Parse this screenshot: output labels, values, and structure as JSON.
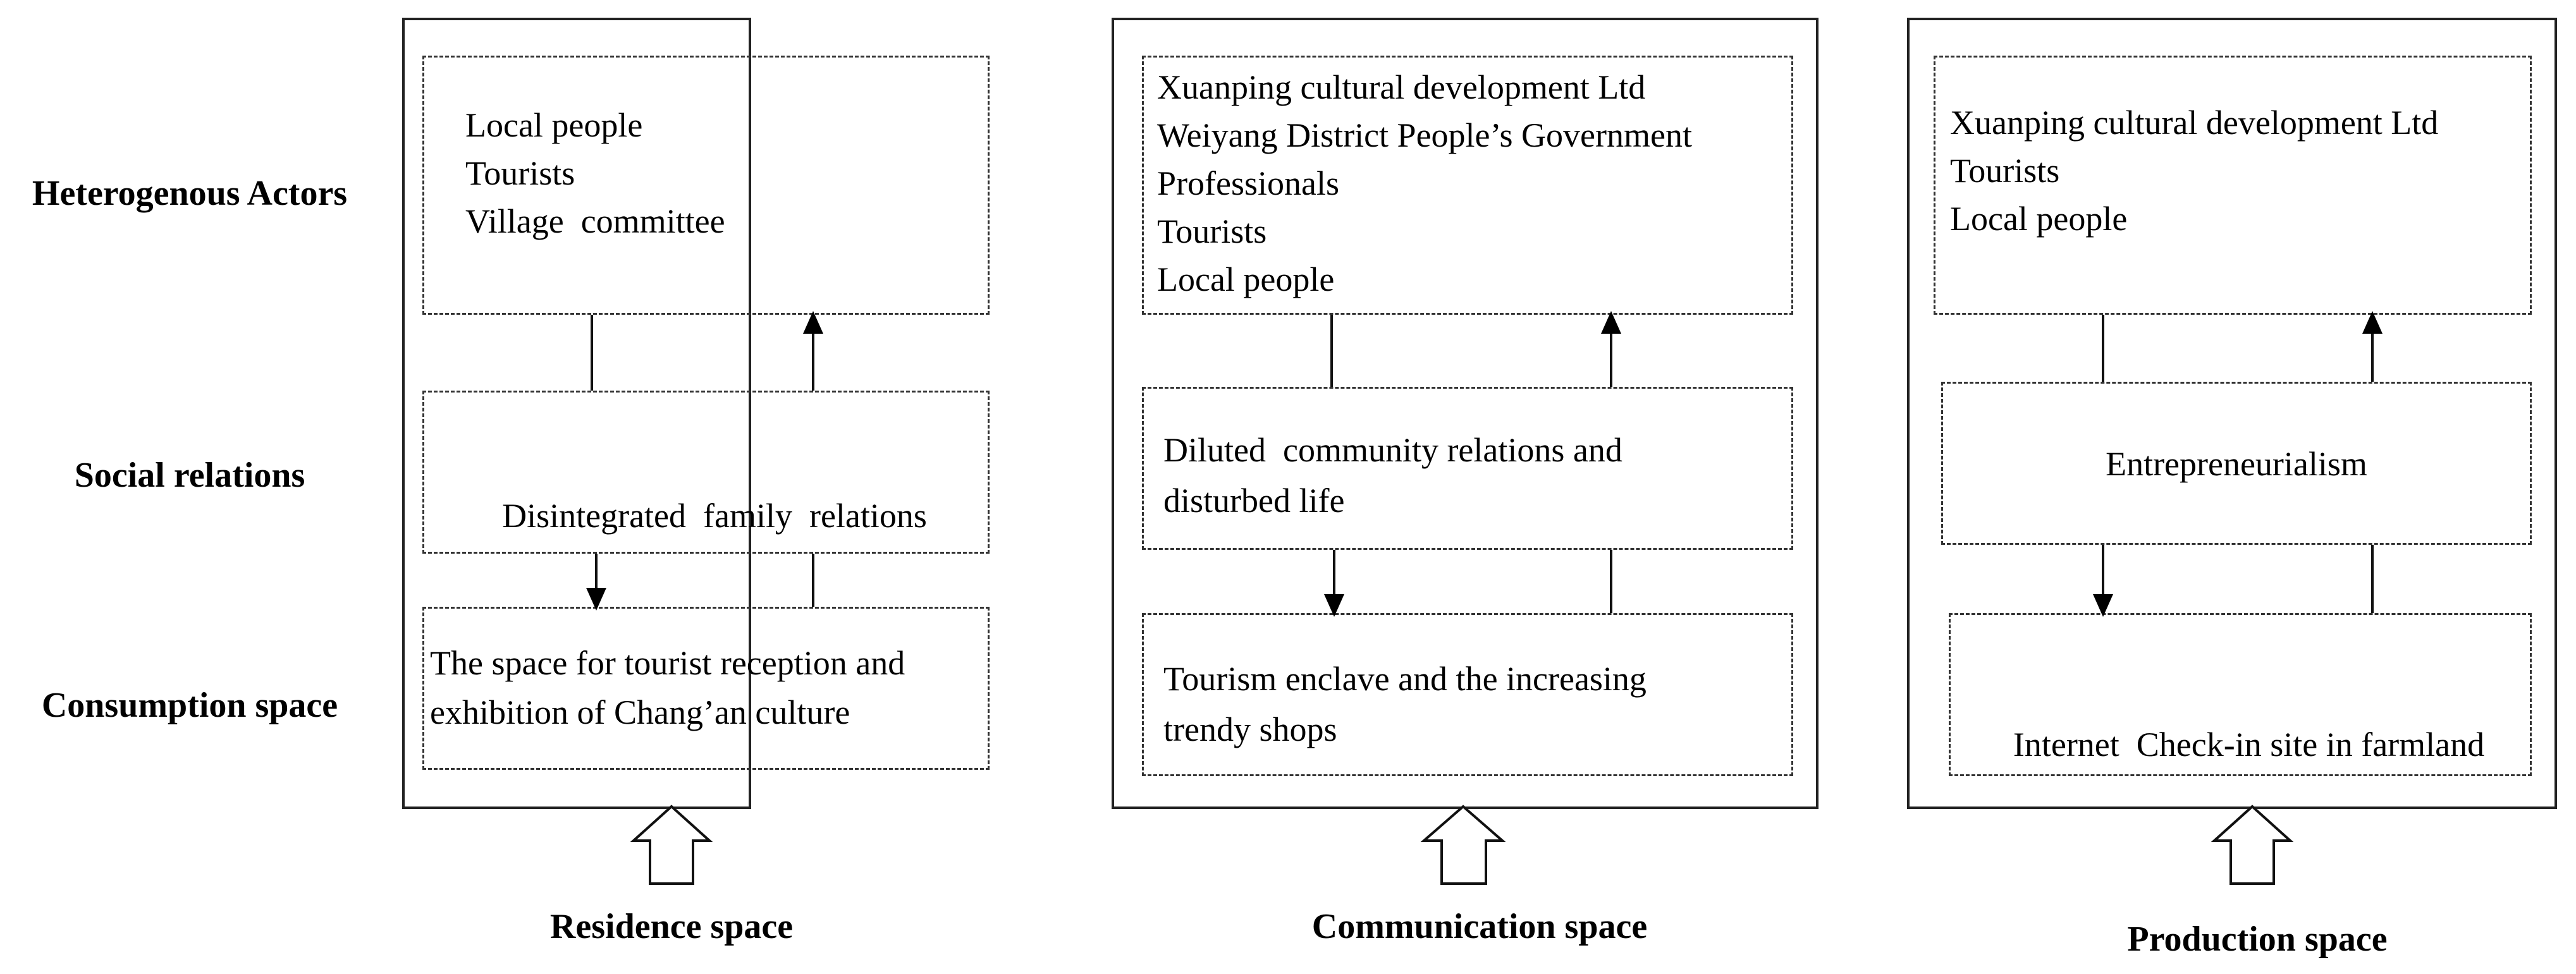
{
  "row_labels": {
    "actors": "Heterogenous Actors",
    "social": "Social relations",
    "consumption": "Consumption space"
  },
  "panels": [
    {
      "caption": "Residence space",
      "actors": [
        "Local people",
        "Tourists",
        "Village  committee"
      ],
      "social": [
        "Disintegrated  family  relations"
      ],
      "consumption": [
        "The space for tourist reception and",
        "exhibition of Chang’an culture"
      ]
    },
    {
      "caption": "Communication space",
      "actors": [
        "Xuanping cultural development Ltd",
        "Weiyang District People’s Government",
        "Professionals",
        "Tourists",
        "Local people"
      ],
      "social": [
        "Diluted  community relations and",
        "disturbed life"
      ],
      "consumption": [
        "Tourism enclave and the increasing",
        "trendy shops"
      ]
    },
    {
      "caption": "Production space",
      "actors": [
        "Xuanping cultural development Ltd",
        "Tourists",
        "Local people"
      ],
      "social": [
        "Entrepreneurialism"
      ],
      "consumption": [
        "Internet  Check-in site in farmland"
      ]
    }
  ]
}
